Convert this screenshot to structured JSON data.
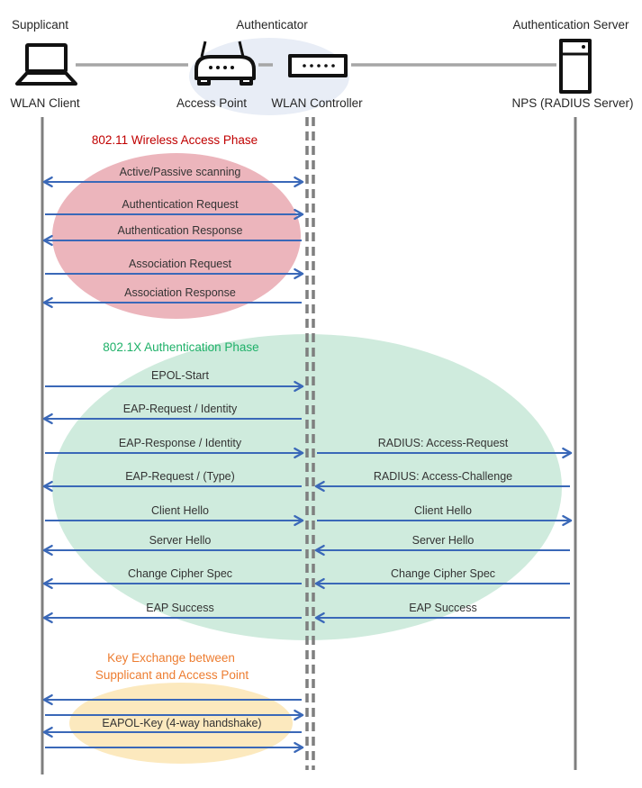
{
  "header": {
    "roles": [
      "Supplicant",
      "Authenticator",
      "Authentication Server"
    ],
    "devices": [
      "WLAN Client",
      "Access Point",
      "WLAN Controller",
      "NPS (RADIUS Server)"
    ]
  },
  "phase1": {
    "title": "802.11 Wireless Access Phase",
    "messages": [
      {
        "label": "Active/Passive scanning",
        "direction": "both"
      },
      {
        "label": "Authentication Request",
        "direction": "right"
      },
      {
        "label": "Authentication Response",
        "direction": "left"
      },
      {
        "label": "Association Request",
        "direction": "right"
      },
      {
        "label": "Association Response",
        "direction": "left"
      }
    ]
  },
  "phase2": {
    "title": "802.1X Authentication Phase",
    "client_to_controller": [
      {
        "label": "EPOL-Start",
        "direction": "right"
      },
      {
        "label": "EAP-Request / Identity",
        "direction": "left"
      },
      {
        "label": "EAP-Response / Identity",
        "direction": "right"
      },
      {
        "label": "EAP-Request / (Type)",
        "direction": "left"
      },
      {
        "label": "Client Hello",
        "direction": "right"
      },
      {
        "label": "Server Hello",
        "direction": "left"
      },
      {
        "label": "Change Cipher Spec",
        "direction": "left"
      },
      {
        "label": "EAP Success",
        "direction": "left"
      }
    ],
    "controller_to_server": [
      {
        "label": "RADIUS: Access-Request",
        "direction": "right"
      },
      {
        "label": "RADIUS: Access-Challenge",
        "direction": "left"
      },
      {
        "label": "Client Hello",
        "direction": "right"
      },
      {
        "label": "Server Hello",
        "direction": "left"
      },
      {
        "label": "Change Cipher Spec",
        "direction": "left"
      },
      {
        "label": "EAP Success",
        "direction": "left"
      }
    ]
  },
  "phase3": {
    "title_line1": "Key Exchange between",
    "title_line2": "Supplicant and Access Point",
    "message_label": "EAPOL-Key (4-way handshake)",
    "arrows": [
      "left",
      "right",
      "left",
      "right"
    ]
  },
  "colors": {
    "arrow": "#3A68B8",
    "lifeline": "#7F7F7F",
    "connector": "#A6A6A6",
    "phase1-title": "#C00000",
    "phase2-title": "#1FB169",
    "phase3-title": "#ED7D31",
    "phase1-ellipse": "#ECB5BC",
    "phase2-ellipse": "#CFEBDD",
    "phase3-ellipse": "#FCE9BE",
    "authenticator-ellipse": "#E8EDF6",
    "label-text": "#333333",
    "icon": "#111111"
  }
}
